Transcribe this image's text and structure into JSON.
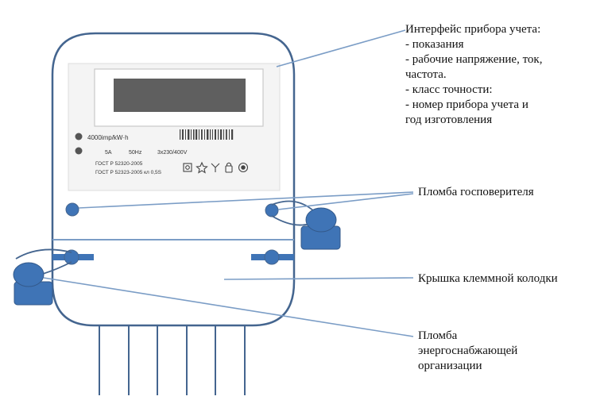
{
  "colors": {
    "outline": "#44658f",
    "seal_fill": "#3f74b6",
    "leader_line": "#7b9dc6",
    "display_dark": "#5f5f5f",
    "panel": "#f4f4f4"
  },
  "meter_plate": {
    "impulse_rate": "4000imp/kW·h",
    "current": "5A",
    "frequency": "50Hz",
    "voltage": "3x230/400V",
    "standard_1": "ГОСТ Р 52320-2005",
    "standard_2": "ГОСТ Р 52323-2005 кл 0,5S",
    "certification_icons": [
      "square-mark-icon",
      "star-mark-icon",
      "fork-mark-icon",
      "lock-mark-icon",
      "target-mark-icon"
    ]
  },
  "callouts": {
    "interface": {
      "lines": [
        "Интерфейс прибора учета:",
        "- показания",
        "- рабочие напряжение, ток,",
        "частота.",
        "- класс точности:",
        "- номер прибора учета и",
        "год изготовления"
      ]
    },
    "seal_verifier": {
      "lines": [
        "Пломба госповерителя"
      ]
    },
    "terminal_cover": {
      "lines": [
        "Крышка клеммной колодки"
      ]
    },
    "seal_energy": {
      "lines": [
        "Пломба",
        "энергоснабжающей",
        "организации"
      ]
    }
  }
}
